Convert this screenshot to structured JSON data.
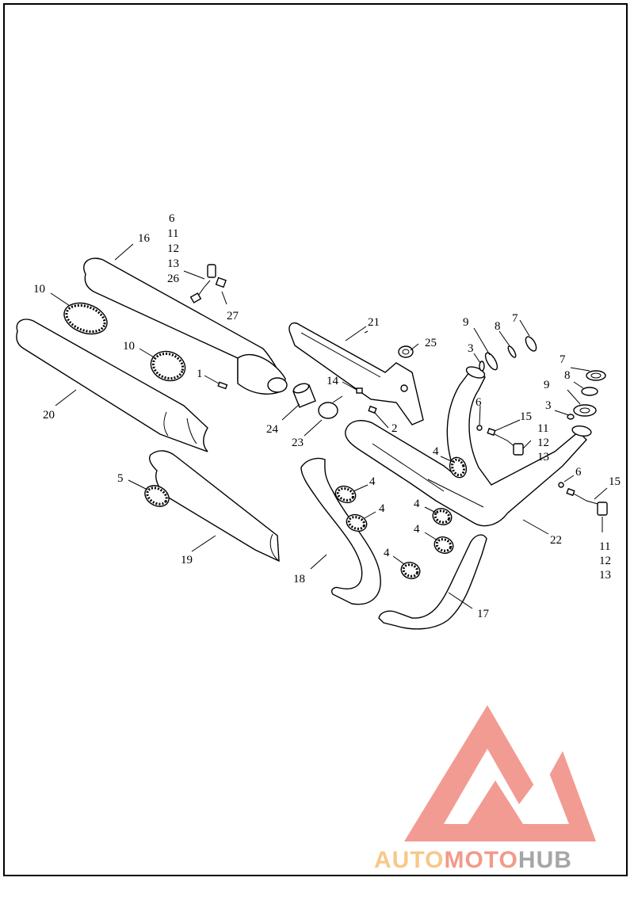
{
  "diagram": {
    "labels": {
      "l1": "1",
      "l2": "2",
      "l3a": "3",
      "l3b": "3",
      "l4a": "4",
      "l4b": "4",
      "l4c": "4",
      "l4d": "4",
      "l4e": "4",
      "l4f": "4",
      "l5": "5",
      "l6a": "6",
      "l6b": "6",
      "l6c": "6",
      "l7a": "7",
      "l7b": "7",
      "l8a": "8",
      "l8b": "8",
      "l9a": "9",
      "l9b": "9",
      "l10a": "10",
      "l10b": "10",
      "l11a": "11",
      "l11b": "11",
      "l11c": "11",
      "l12a": "12",
      "l12b": "12",
      "l12c": "12",
      "l13a": "13",
      "l13b": "13",
      "l13c": "13",
      "l14": "14",
      "l15a": "15",
      "l15b": "15",
      "l16": "16",
      "l17": "17",
      "l18": "18",
      "l19": "19",
      "l20": "20",
      "l21": "21",
      "l22": "22",
      "l23": "23",
      "l24": "24",
      "l25": "25",
      "l26": "26",
      "l27": "27"
    }
  },
  "watermark": {
    "part1": "AUTO",
    "part2": "MOTO",
    "part3": "HUB",
    "colors": {
      "auto": "#f7c88a",
      "moto": "#f29a8a",
      "hub": "#a6a6a6",
      "triangle": "#f08a80"
    }
  }
}
